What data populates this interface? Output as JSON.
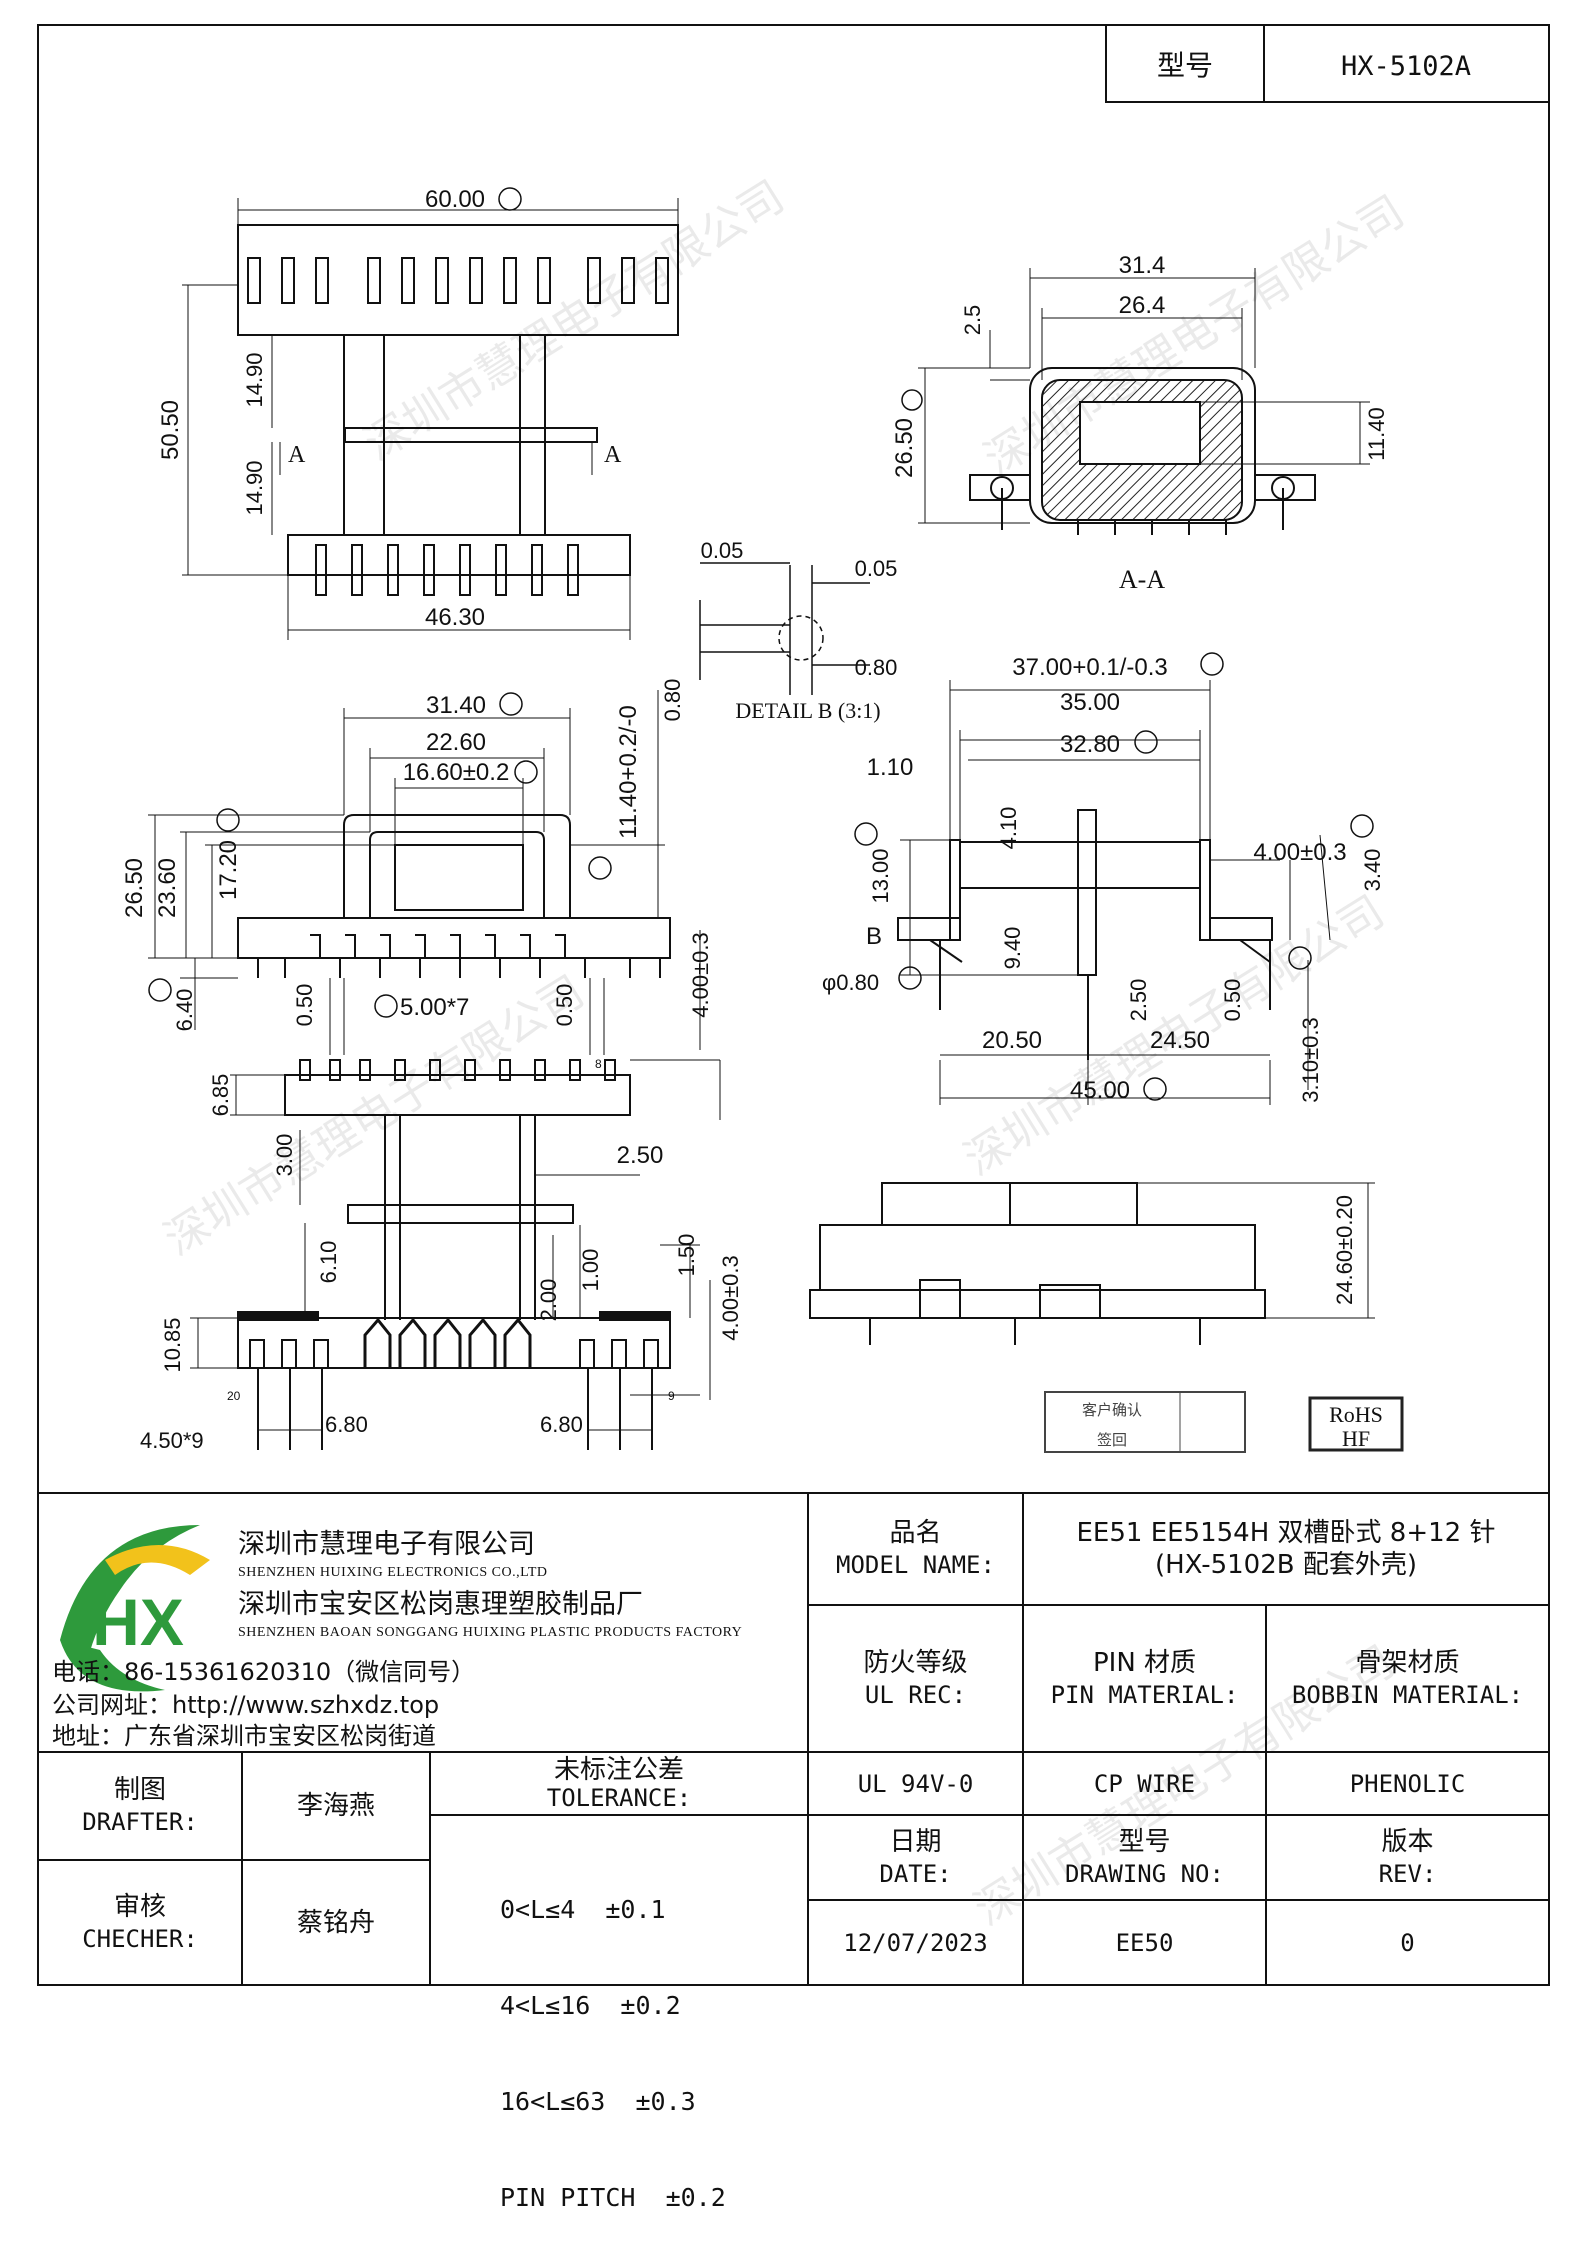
{
  "header": {
    "model_label": "型号",
    "model_value": "HX-5102A"
  },
  "watermark": "深圳市慧理电子有限公司",
  "drawing": {
    "top_view": {
      "width": "60.00",
      "height": "50.50",
      "seg_upper": "14.90",
      "seg_lower": "14.90",
      "base": "46.30",
      "section": "A"
    },
    "section_view": {
      "outer": "31.4",
      "inner": "26.4",
      "top": "2.5",
      "height": "26.50",
      "window": "11.40",
      "label": "A-A"
    },
    "detail": {
      "d1": "0.05",
      "d2": "0.05",
      "d3": "0.80",
      "side": "0.80",
      "label": "DETAIL B (3:1)"
    },
    "front_view": {
      "w1": "31.40",
      "w2": "22.60",
      "w3": "16.60±0.2",
      "h1": "11.40+0.2/-0",
      "h_total": "26.50",
      "h2": "23.60",
      "h3": "17.20",
      "pin_len": "6.40",
      "p1": "0.50",
      "pitch": "5.00*7",
      "p2": "0.50",
      "pin_depth": "4.00±0.3"
    },
    "side_view": {
      "w1": "37.00+0.1/-0.3",
      "w2": "35.00",
      "w3": "32.80",
      "left": "1.10",
      "top_h": "4.10",
      "h13": "13.00",
      "h94": "9.40",
      "r1": "4.00±0.3",
      "r2": "3.40",
      "label_b": "B",
      "dia": "φ0.80",
      "d250": "2.50",
      "d050": "0.50",
      "d310": "3.10±0.3",
      "b1": "20.50",
      "b2": "24.50",
      "total": "45.00"
    },
    "bottom_view": {
      "top": "6.85",
      "h300": "3.00",
      "h250": "2.50",
      "h610": "6.10",
      "h200": "2.00",
      "h100": "1.00",
      "h150": "1.50",
      "h400": "4.00±0.3",
      "h1085": "10.85",
      "pitch": "4.50*9",
      "s1": "6.80",
      "s2": "6.80",
      "pin8": "8",
      "pin20": "20",
      "pin9": "9"
    },
    "cover_view": {
      "height": "24.60±0.20"
    },
    "approve": {
      "line1": "客户确认",
      "line2": "签回"
    },
    "rohs": {
      "line1": "RoHS",
      "line2": "HF"
    }
  },
  "company": {
    "name_cn": "深圳市慧理电子有限公司",
    "name_en": "SHENZHEN HUIXING ELECTRONICS CO.,LTD",
    "factory_cn": "深圳市宝安区松岗惠理塑胶制品厂",
    "factory_en": "SHENZHEN BAOAN SONGGANG HUIXING PLASTIC PRODUCTS FACTORY",
    "phone": "电话：86-15361620310（微信同号）",
    "website": "公司网址：http://www.szhxdz.top",
    "address": "地址：广东省深圳市宝安区松岗街道",
    "logo_text": "HX",
    "colors": {
      "green": "#2e9a3c",
      "yellow": "#f2c21b"
    }
  },
  "title_block": {
    "product_label_cn": "品名",
    "product_label_en": "MODEL NAME:",
    "product_value_1": "EE51 EE5154H 双槽卧式 8+12 针",
    "product_value_2": "(HX-5102B 配套外壳)",
    "fire_label_cn": "防火等级",
    "fire_label_en": "UL REC:",
    "pin_label_cn": "PIN 材质",
    "pin_label_en": "PIN MATERIAL:",
    "bobbin_label_cn": "骨架材质",
    "bobbin_label_en": "BOBBIN MATERIAL:",
    "fire_value": "UL 94V-0",
    "pin_value": "CP WIRE",
    "bobbin_value": "PHENOLIC",
    "date_label_cn": "日期",
    "date_label_en": "DATE:",
    "drawing_label_cn": "型号",
    "drawing_label_en": "DRAWING NO:",
    "rev_label_cn": "版本",
    "rev_label_en": "REV:",
    "date_value": "12/07/2023",
    "drawing_value": "EE50",
    "rev_value": "0",
    "drafter_label_cn": "制图",
    "drafter_label_en": "DRAFTER:",
    "drafter_value": "李海燕",
    "checker_label_cn": "审核",
    "checker_label_en": "CHECHER:",
    "checker_value": "蔡铭舟",
    "tol_label_cn": "未标注公差",
    "tol_label_en": "TOLERANCE:",
    "tol_lines": [
      "0<L≤4  ±0.1",
      "4<L≤16  ±0.2",
      "16<L≤63  ±0.3",
      "PIN PITCH  ±0.2"
    ]
  }
}
